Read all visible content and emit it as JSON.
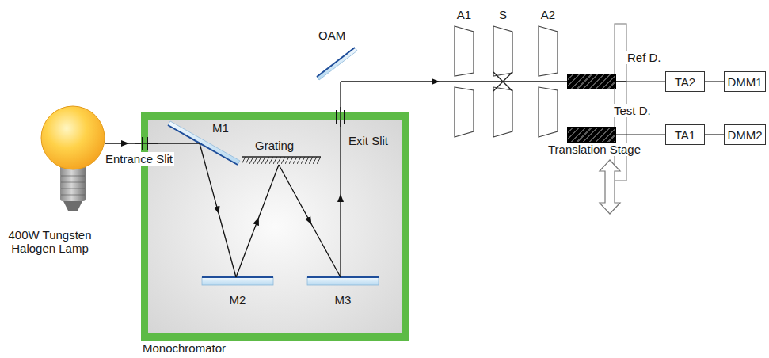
{
  "diagram": {
    "nodes": [
      {
        "text": [
          "Monochromator"
        ]
      },
      {
        "text": [
          "Ref D."
        ]
      },
      {
        "text": [
          "TA2"
        ]
      },
      {
        "text": [
          "DMM1"
        ]
      },
      {
        "text": [
          "Test D."
        ]
      },
      {
        "text": [
          "TA1"
        ]
      },
      {
        "text": [
          "DMM2"
        ]
      }
    ],
    "edges": [
      {
        "from": 1,
        "to": 2,
        "arrow": "none"
      },
      {
        "from": 2,
        "to": 3,
        "arrow": "none"
      },
      {
        "from": 4,
        "to": 5,
        "arrow": "none"
      },
      {
        "from": 5,
        "to": 6,
        "arrow": "none"
      }
    ],
    "labels": [
      "OAM",
      "A1",
      "S",
      "A2",
      "M1",
      "Grating",
      "Exit Slit",
      "Translation Stage",
      "Entrance Slit",
      "400W Tungsten Halogen Lamp",
      "M2",
      "M3"
    ]
  }
}
